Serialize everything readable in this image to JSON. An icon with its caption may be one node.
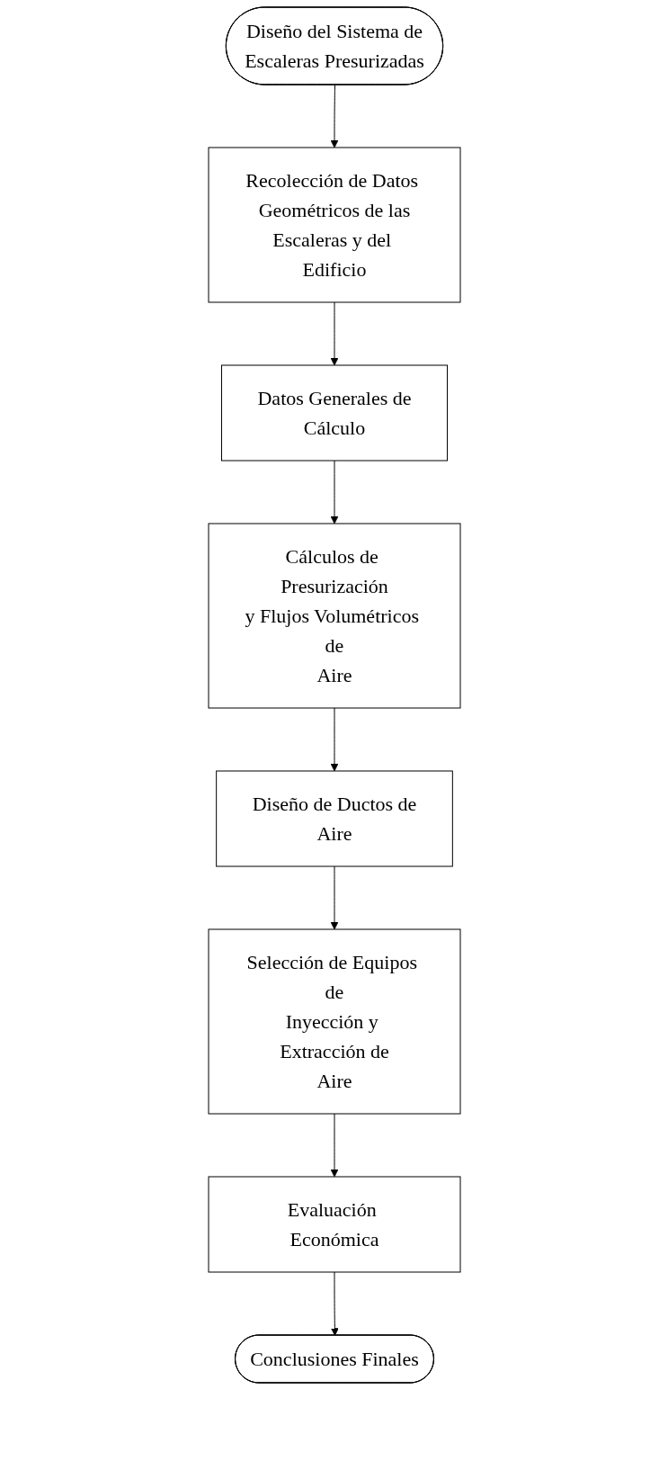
{
  "diagram": {
    "nodes": [
      {
        "text": [
          "Diseño del Sistema de Escaleras Presurizadas"
        ]
      },
      {
        "text": [
          "Recolección de Datos Geométricos de las Escaleras y del Edificio"
        ]
      },
      {
        "text": [
          "Datos Generales de Cálculo"
        ]
      },
      {
        "text": [
          "Cálculos de Presurización y Flujos Volumétricos de Aire"
        ]
      },
      {
        "text": [
          "Diseño de Ductos de Aire"
        ]
      },
      {
        "text": [
          "Selección de Equipos de Inyección y Extracción de Aire"
        ]
      },
      {
        "text": [
          "Evaluación Económica"
        ]
      },
      {
        "text": [
          "Conclusiones Finales"
        ]
      }
    ],
    "edges": [
      {
        "from": 0,
        "to": 1,
        "arrow": "to"
      },
      {
        "from": 1,
        "to": 2,
        "arrow": "to"
      },
      {
        "from": 2,
        "to": 3,
        "arrow": "to"
      },
      {
        "from": 3,
        "to": 4,
        "arrow": "to"
      },
      {
        "from": 4,
        "to": 5,
        "arrow": "to"
      },
      {
        "from": 5,
        "to": 6,
        "arrow": "to"
      },
      {
        "from": 6,
        "to": 7,
        "arrow": "to"
      }
    ]
  }
}
